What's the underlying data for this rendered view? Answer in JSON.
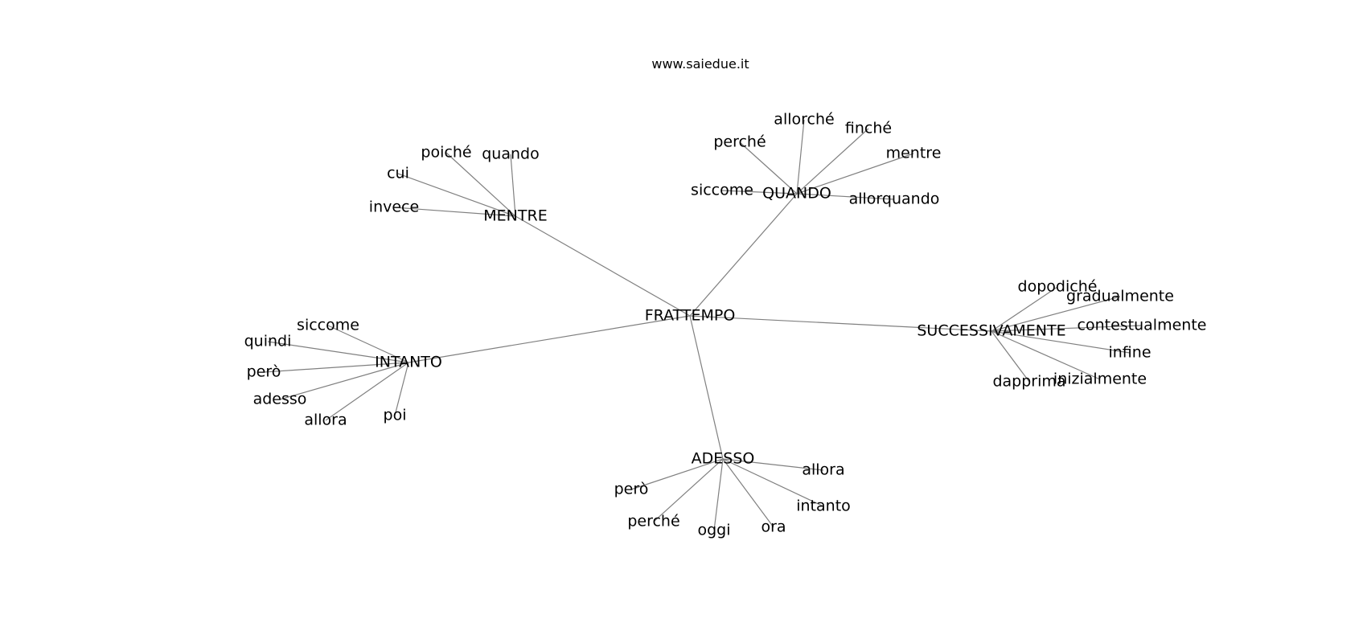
{
  "site": {
    "title": "www.saiedue.it"
  },
  "colors": {
    "edge": "#808080",
    "text": "#000000",
    "background": "#ffffff"
  },
  "graph": {
    "center": {
      "label": "FRATTEMPO"
    },
    "hubs": [
      {
        "label": "MENTRE",
        "children": [
          "poiché",
          "quando",
          "cui",
          "invece"
        ]
      },
      {
        "label": "QUANDO",
        "children": [
          "allorché",
          "finché",
          "perché",
          "mentre",
          "siccome",
          "allorquando"
        ]
      },
      {
        "label": "SUCCESSIVAMENTE",
        "children": [
          "dopodiché",
          "gradualmente",
          "contestualmente",
          "infine",
          "inizialmente",
          "dapprima"
        ]
      },
      {
        "label": "INTANTO",
        "children": [
          "siccome",
          "quindi",
          "però",
          "adesso",
          "allora",
          "poi"
        ]
      },
      {
        "label": "ADESSO",
        "children": [
          "allora",
          "però",
          "intanto",
          "perché",
          "oggi",
          "ora"
        ]
      }
    ]
  }
}
